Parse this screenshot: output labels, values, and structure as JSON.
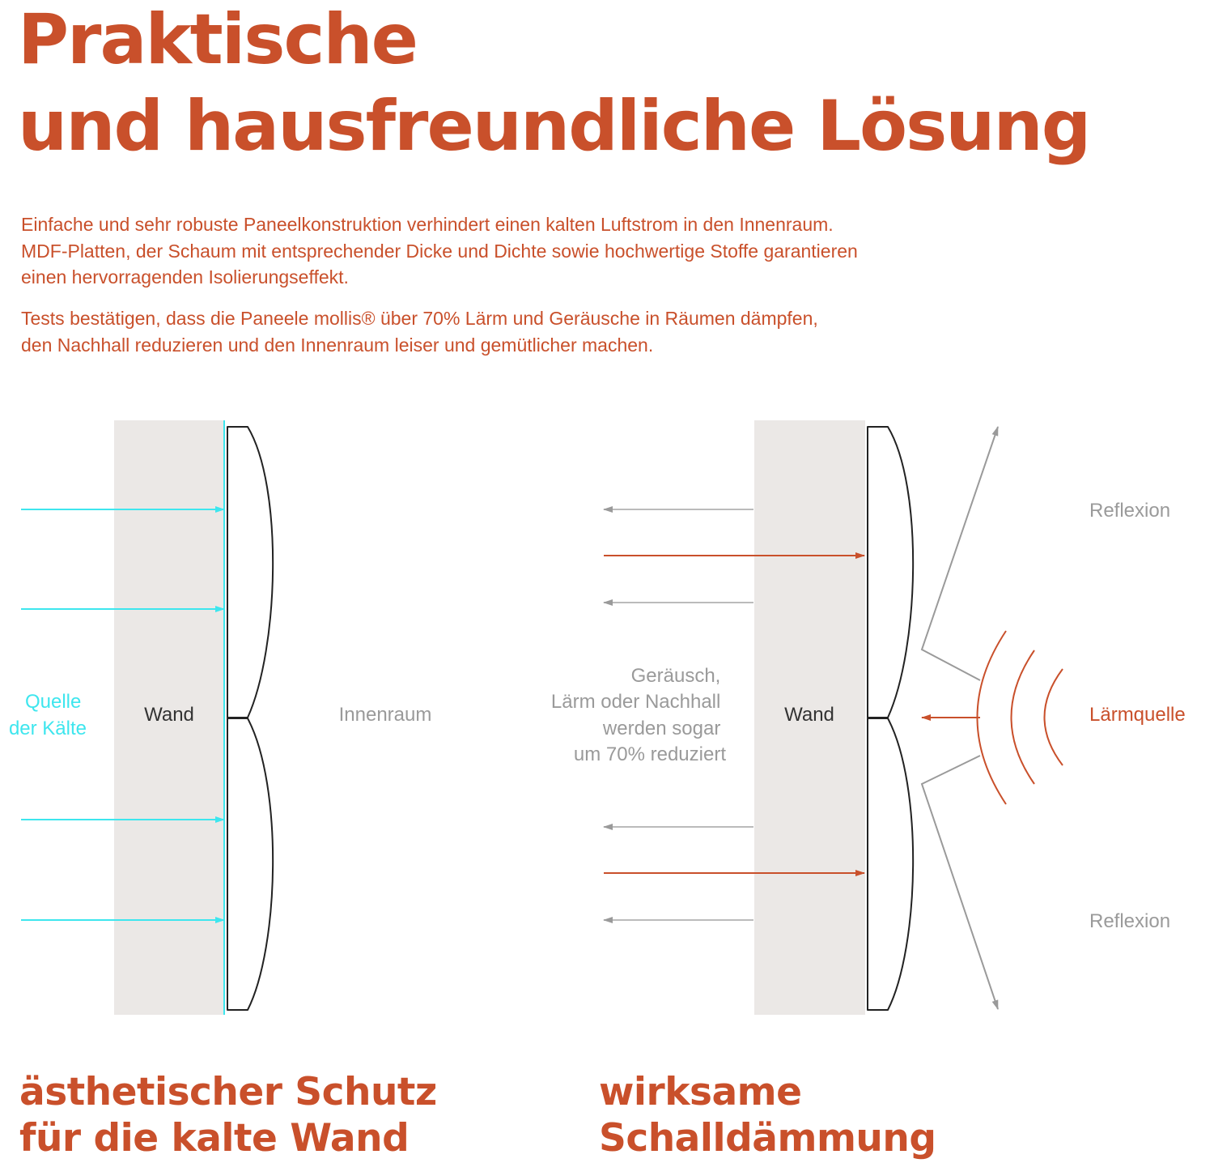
{
  "heading": {
    "line1": "Praktische",
    "line2": "und hausfreundliche Lösung"
  },
  "paragraphs": {
    "p1": [
      "Einfache und sehr robuste Paneelkonstruktion verhindert einen kalten Luftstrom in den Innenraum.",
      "MDF-Platten, der Schaum mit entsprechender Dicke und Dichte sowie hochwertige Stoffe garantieren",
      "einen hervorragenden Isolierungseffekt."
    ],
    "p2": [
      "Tests bestätigen, dass die Paneele mollis® über 70% Lärm und Geräusche in Räumen dämpfen,",
      "den Nachhall reduzieren und den Innenraum leiser und gemütlicher machen."
    ]
  },
  "left_diagram": {
    "source_label": [
      "Quelle",
      "der Kälte"
    ],
    "wall_label": "Wand",
    "interior_label": "Innenraum",
    "caption": [
      "ästhetischer Schutz",
      "für die kalte Wand"
    ]
  },
  "right_diagram": {
    "reduction_label": [
      "Geräusch,",
      "Lärm oder Nachhall",
      "werden sogar",
      "um 70% reduziert"
    ],
    "wall_label": "Wand",
    "reflection_top": "Reflexion",
    "reflection_bottom": "Reflexion",
    "noise_source_label": "Lärmquelle",
    "caption": [
      "wirksame",
      "Schalldämmung"
    ]
  },
  "colors": {
    "accent": "#c9502b",
    "cold": "#3ee6ee",
    "wall": "#ebe8e6",
    "muted": "#9a9a9a",
    "text": "#333333"
  }
}
